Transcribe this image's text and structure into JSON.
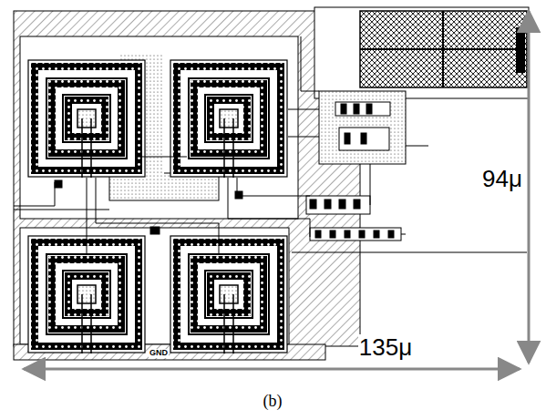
{
  "diagram": {
    "caption": "(b)",
    "labels": [
      "GND",
      "94μ",
      "135μ"
    ]
  }
}
